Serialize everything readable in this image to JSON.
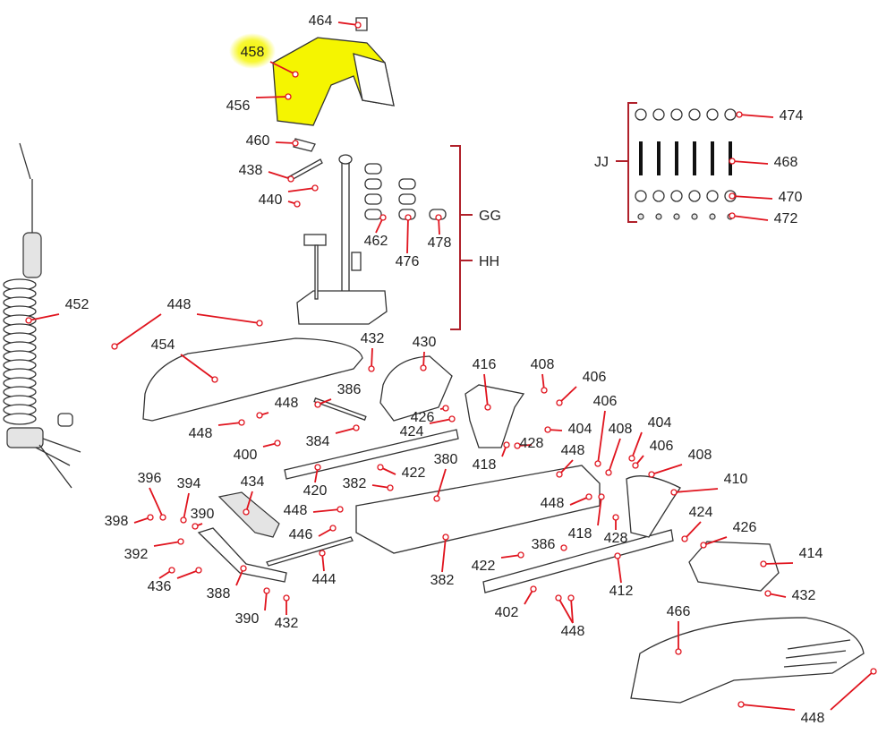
{
  "diagram": {
    "title": "Exploded parts diagram",
    "highlighted_part": "458",
    "colors": {
      "leader": "#e0141e",
      "bracket": "#b0202a",
      "highlight": "#f5f500"
    },
    "part_labels": [
      "464",
      "458",
      "456",
      "460",
      "438",
      "440",
      "462",
      "476",
      "478",
      "474",
      "468",
      "470",
      "472",
      "452",
      "448",
      "454",
      "432",
      "430",
      "416",
      "408",
      "406",
      "386",
      "448",
      "448",
      "426",
      "424",
      "404",
      "406",
      "400",
      "384",
      "428",
      "448",
      "408",
      "404",
      "406",
      "408",
      "418",
      "422",
      "380",
      "420",
      "382",
      "410",
      "396",
      "394",
      "390",
      "398",
      "434",
      "448",
      "448",
      "418",
      "428",
      "424",
      "426",
      "446",
      "392",
      "386",
      "414",
      "436",
      "388",
      "444",
      "382",
      "422",
      "412",
      "432",
      "402",
      "390",
      "432",
      "448",
      "466",
      "448"
    ],
    "groups": {
      "gg": "GG",
      "hh": "HH",
      "jj": "JJ"
    }
  }
}
